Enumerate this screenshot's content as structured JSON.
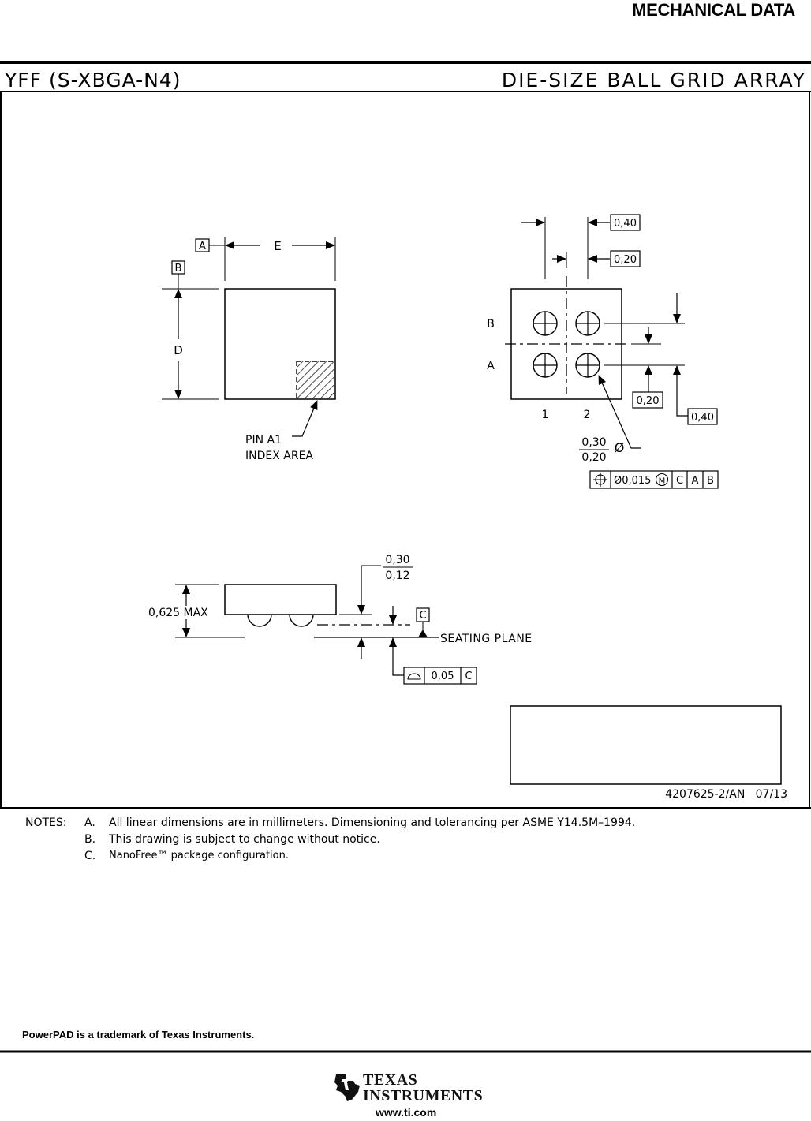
{
  "header": {
    "title": "MECHANICAL DATA"
  },
  "frame": {
    "package_code": "YFF (S-XBGA-N4)",
    "package_name": "DIE-SIZE BALL GRID ARRAY",
    "drawing_number": "4207625-2/AN   07/13"
  },
  "top_view": {
    "datum_a": "A",
    "datum_b": "B",
    "dim_e": "E",
    "dim_d": "D",
    "pin_label_line1": "PIN A1",
    "pin_label_line2": "INDEX AREA"
  },
  "ball_view": {
    "pitch_top": "0,40",
    "offset_top": "0,20",
    "row_b": "B",
    "row_a": "A",
    "col_1": "1",
    "col_2": "2",
    "offset_right": "0,20",
    "pitch_right": "0,40",
    "ball_dia_max": "0,30",
    "ball_dia_min": "0,20",
    "dia_symbol": "Ø",
    "tolerance_value": "Ø0,015",
    "tolerance_modifier": "M",
    "tolerance_datums": [
      "C",
      "A",
      "B"
    ]
  },
  "side_view": {
    "height_label": "0,625 MAX",
    "standoff_max": "0,30",
    "standoff_min": "0,12",
    "datum_c": "C",
    "seating_plane": "SEATING PLANE",
    "coplanarity_value": "0,05",
    "coplanarity_datum": "C"
  },
  "notes": {
    "heading": "NOTES:",
    "items": [
      {
        "letter": "A.",
        "text": "All linear dimensions are in millimeters.  Dimensioning and tolerancing per ASME Y14.5M–1994."
      },
      {
        "letter": "B.",
        "text": "This drawing is subject to change without notice."
      },
      {
        "letter": "C.",
        "text": "NanoFree™ package configuration."
      }
    ]
  },
  "footer": {
    "trademark": "PowerPAD is a trademark of Texas Instruments.",
    "logo_line1": "TEXAS",
    "logo_line2": "INSTRUMENTS",
    "url": "www.ti.com"
  }
}
